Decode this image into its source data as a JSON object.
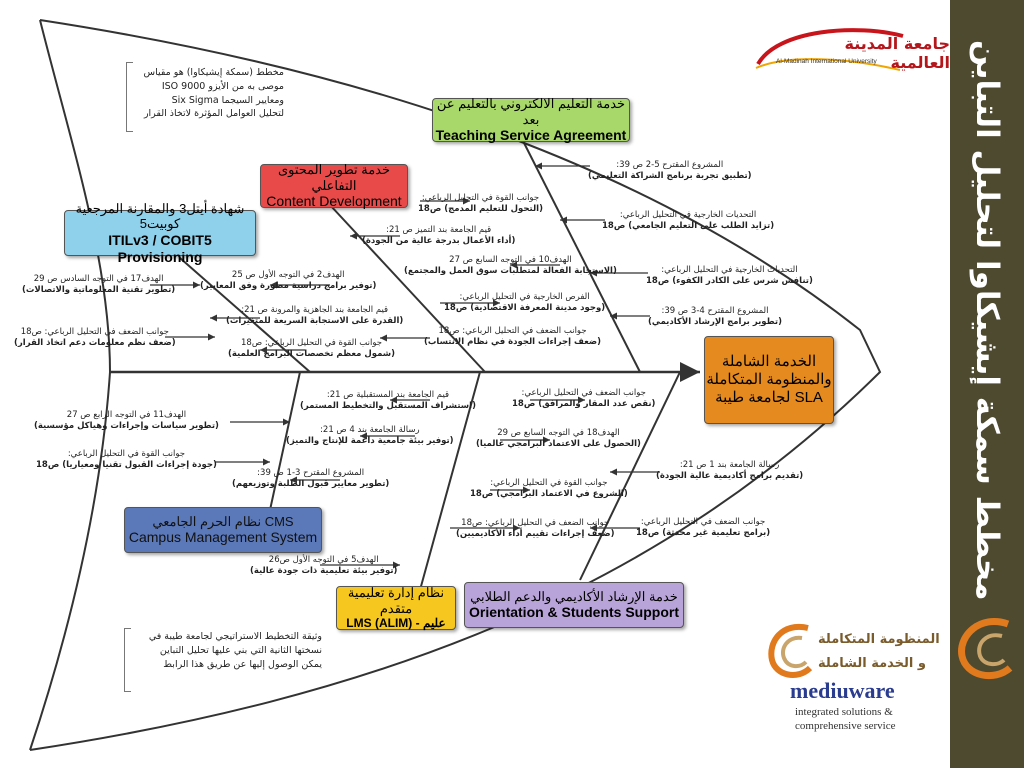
{
  "title": "مخطط سمكة إيشيكاوا لتحليل التباين",
  "university": {
    "ar": "جامعة المدينة العالمية",
    "en": "Al-Madinah International University"
  },
  "colors": {
    "sidebar": "#4e4a30",
    "green": "#a9d86a",
    "red": "#e84a4a",
    "teal": "#8fd0ea",
    "orange": "#e58a1e",
    "blue": "#5b78b8",
    "yellow": "#f6c81f",
    "purple": "#b9a4d9"
  },
  "head": {
    "ar1": "الخدمة الشاملة",
    "ar2": "والمنظومة المتكاملة",
    "ar3": "لجامعة طيبة SLA"
  },
  "boxes": {
    "teaching": {
      "ar": "خدمة التعليم الالكتروني بالتعليم عن بعد",
      "en": "Teaching Service Agreement"
    },
    "content": {
      "ar": "خدمة تطوير المحتوى التفاعلي",
      "en": "Content Development"
    },
    "itil": {
      "ar": "شهادة أيتل3 والمقارنة المرجعية كوبيت5",
      "en": "ITILv3 / COBIT5 Provisioning"
    },
    "cms": {
      "ar": "نظام الحرم الجامعي CMS",
      "en": "Campus Management System"
    },
    "lms": {
      "ar": "نظام إدارة تعليمية متقدم",
      "en": "LMS (ALIM) - عليم"
    },
    "orientation": {
      "ar": "خدمة الإرشاد الأكاديمي والدعم الطلابي",
      "en": "Orientation & Students Support"
    }
  },
  "notes": {
    "top": [
      "مخطط (سمكة إيشيكاوا) هو مقياس",
      "موصى به من الأيزو ISO 9000",
      "ومعايير السيجما Six Sigma",
      "لتحليل العوامل المؤثرة لاتخاذ القرار"
    ],
    "bottom": [
      "وثيقة التخطيط الاستراتيجي لجامعة طيبة في",
      "نسختها الثانية التي بني عليها تحليل التباين",
      "يمكن الوصول إليها عن طريق هذا الرابط"
    ]
  },
  "labels": [
    {
      "n": "المشروع المقترح 5-2 ص 39:",
      "b": "(تطبيق تجربة برنامج الشراكة التعليمي)"
    },
    {
      "n": "جوانب القوة في التحليل الرباعي:",
      "b": "(التحول للتعليم المدمج) ص18"
    },
    {
      "n": "التحديات الخارجية في التحليل الرباعي:",
      "b": "(تزايد الطلب على التعليم الجامعي) ص18"
    },
    {
      "n": "قيم الجامعة بند التميز ص 21:",
      "b": "(أداء الأعمال بدرجة عالية من الجودة)"
    },
    {
      "n": "الهدف10 في التوجه السابع ص 27",
      "b": "(الاستجابة الفعالة لمتطلبات سوق العمل والمجتمع)"
    },
    {
      "n": "التحديات الخارجية في التحليل الرباعي:",
      "b": "(تنافس شرس على الكادر الكفوء) ص18"
    },
    {
      "n": "الهدف17 في التوجه السادس ص 29",
      "b": "(تطوير تقنية المعلوماتية والاتصالات)"
    },
    {
      "n": "الهدف2 في التوجه الأول ص 25",
      "b": "(توفير برامج دراسية مطورة وفق المعايير)"
    },
    {
      "n": "الفرص الخارجية في التحليل الرباعي:",
      "b": "(وجود مدينة المعرفة الاقتصادية) ص18"
    },
    {
      "n": "المشروع المقترح 4-3 ص 39:",
      "b": "(تطوير برامج الإرشاد الأكاديمي)"
    },
    {
      "n": "قيم الجامعة بند الجاهزية والمرونة ص 21:",
      "b": "(القدرة على الاستجابة السريعة للمتغيرات)"
    },
    {
      "n": "جوانب الضعف في التحليل الرباعي: ص18",
      "b": "(ضعف نظم معلومات دعم اتخاذ القرار)"
    },
    {
      "n": "جوانب القوة في التحليل الرباعي: ص18",
      "b": "(شمول معظم تخصصات البرامج العلمية)"
    },
    {
      "n": "جوانب الضعف في التحليل الرباعي: ص18",
      "b": "(ضعف إجراءات الجودة في نظام الانتساب)"
    },
    {
      "n": "قيم الجامعة بند المستقبلية ص 21:",
      "b": "(استشراف المستقبل والتخطيط المستمر)"
    },
    {
      "n": "جوانب الضعف في التحليل الرباعي:",
      "b": "(نقص عدد المقار والمرافق) ص18"
    },
    {
      "n": "الهدف11 في التوجه الرابع ص 27",
      "b": "(تطوير سياسات وإجراءات وهياكل مؤسسية)"
    },
    {
      "n": "رسالة الجامعة بند 4 ص 21:",
      "b": "(توفير بيئة جامعية داعمة للإنتاج والتميز)"
    },
    {
      "n": "الهدف18 في التوجه السابع ص 29",
      "b": "(الحصول على الاعتماد البرامجي عالميا)"
    },
    {
      "n": "جوانب القوة في التحليل الرباعي:",
      "b": "(جودة إجراءات القبول تقنيا ومعياريا) ص18"
    },
    {
      "n": "رسالة الجامعة بند 1 ص 21:",
      "b": "(تقديم برامج أكاديمية عالية الجودة)"
    },
    {
      "n": "المشروع المقترح 3-1 ص 39:",
      "b": "(تطوير معايير قبول الطلبة وتوزيعهم)"
    },
    {
      "n": "جوانب القوة في التحليل الرباعي:",
      "b": "(الشروع في الاعتماد البرامجي) ص18"
    },
    {
      "n": "جوانب الضعف في التحليل الرباعي: ص18",
      "b": "(ضعف إجراءات تقييم أداء الأكاديميين)"
    },
    {
      "n": "جوانب الضعف في التحليل الرباعي:",
      "b": "(برامج تعليمية غير محدثة) ص18"
    },
    {
      "n": "الهدف5 في التوجه الأول ص26",
      "b": "(توفير بيئة تعليمية ذات جودة عالية)"
    }
  ],
  "mediuware": {
    "ar1": "المنظومة المتكاملة",
    "ar2": "و الخدمة الشاملة",
    "name": "mediuware",
    "sub1": "integrated solutions &",
    "sub2": "comprehensive service"
  },
  "icons": {
    "arrow": "arrow-icon",
    "logo": "university-logo",
    "swirl": "mediuware-logo-icon"
  }
}
